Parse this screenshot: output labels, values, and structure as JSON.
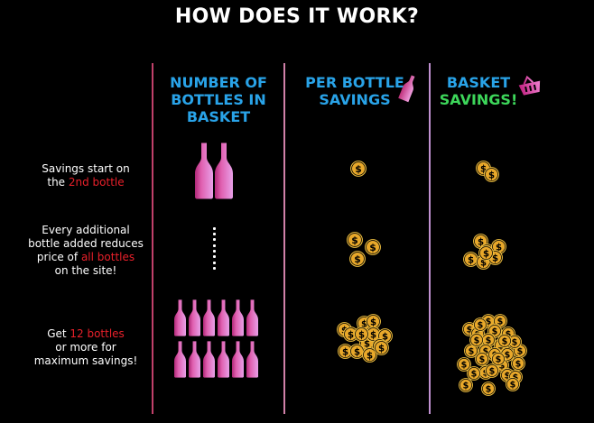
{
  "title": "HOW DOES IT WORK?",
  "colors": {
    "header_blue": "#29a3e8",
    "header_green": "#3dd65a",
    "highlight_red": "#e8202a",
    "bottle_pink": "#e070c0",
    "coin_gold": "#e8a82a",
    "divider_1": "#c0406a",
    "divider_2": "#d080a8",
    "divider_3": "#c090d0"
  },
  "columns": [
    {
      "id": "bottles",
      "lines": [
        "NUMBER OF",
        "BOTTLES IN",
        "BASKET"
      ]
    },
    {
      "id": "per_bottle",
      "lines": [
        "PER BOTTLE",
        "SAVINGS"
      ],
      "icon": "bottle-icon"
    },
    {
      "id": "basket",
      "lines": [
        "BASKET",
        "SAVINGS!"
      ],
      "icon": "basket-icon"
    }
  ],
  "rows": [
    {
      "label_parts": [
        {
          "text": "Savings start on",
          "highlight": false
        },
        {
          "text": "the ",
          "highlight": false
        },
        {
          "text": "2nd bottle",
          "highlight": true
        }
      ],
      "bottles": 2,
      "per_bottle_coins": 1,
      "basket_coins": 2
    },
    {
      "label_parts": [
        {
          "text": "Every additional",
          "highlight": false
        },
        {
          "text": "bottle added reduces",
          "highlight": false
        },
        {
          "text": "price of ",
          "highlight": false
        },
        {
          "text": "all bottles",
          "highlight": true
        },
        {
          "text": "on the site!",
          "highlight": false
        }
      ],
      "bottles": "ellipsis",
      "per_bottle_coins": 3,
      "basket_coins": 7
    },
    {
      "label_parts": [
        {
          "text": "Get ",
          "highlight": false
        },
        {
          "text": "12 bottles",
          "highlight": true
        },
        {
          "text": "or more for",
          "highlight": false
        },
        {
          "text": "maximum savings!",
          "highlight": false
        }
      ],
      "bottles": 12,
      "per_bottle_coins": 13,
      "basket_coins": 30
    }
  ],
  "icons": {
    "coin": "dollar-coin-icon",
    "bottle": "bottle-icon",
    "basket": "basket-icon"
  }
}
